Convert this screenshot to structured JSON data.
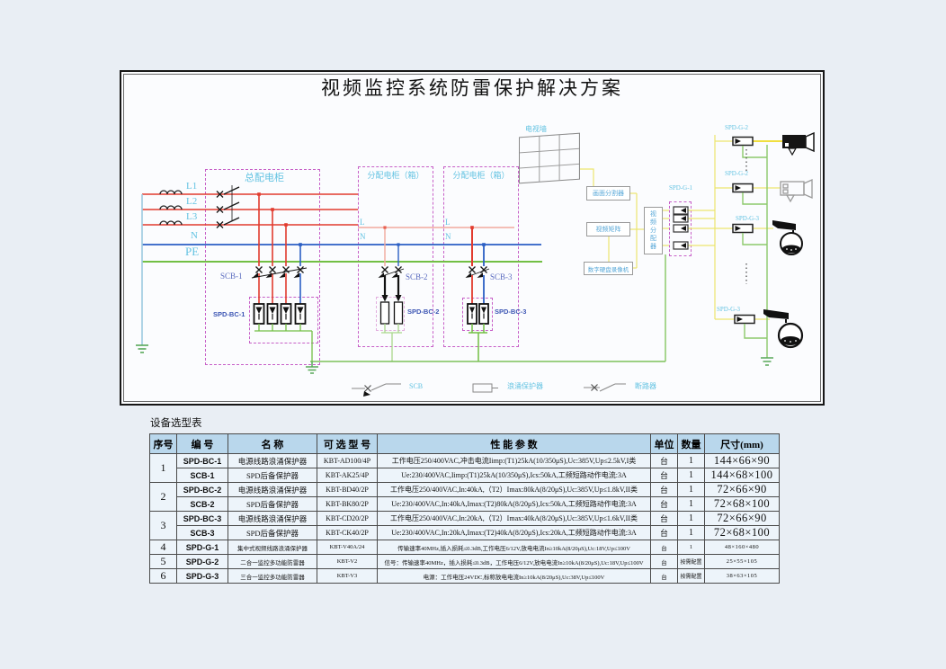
{
  "title": "视频监控系统防雷保护解决方案",
  "diagram": {
    "labels": {
      "l1": "L1",
      "l2": "L2",
      "l3": "L3",
      "n": "N",
      "pe": "PE",
      "main_cabinet": "总配电柜",
      "dist_cabinet_1": "分配电柜（箱）",
      "dist_cabinet_2": "分配电柜（箱）",
      "box1_l": "L",
      "box1_n": "N",
      "box2_l": "L",
      "box2_n": "N",
      "scb1": "SCB-1",
      "scb2": "SCB-2",
      "scb3": "SCB-3",
      "spdbc1": "SPD-BC-1",
      "spdbc2": "SPD-BC-2",
      "spdbc3": "SPD-BC-3",
      "tv_wall": "电视墙",
      "splitter": "画面分割器",
      "matrix": "视频矩阵",
      "dvr": "数字硬盘录像机",
      "distributor": "视频分配器",
      "spdg1": "SPD-G-1",
      "spdg2_top": "SPD-G-2",
      "spdg2_mid": "SPD-G-2",
      "spdg3_mid": "SPD-G-3",
      "spdg3_bottom": "SPD-G-3"
    },
    "legend": [
      {
        "symbol": "scb-symbol",
        "label": "SCB"
      },
      {
        "symbol": "surge-protector-symbol",
        "label": "浪涌保护器"
      },
      {
        "symbol": "circuit-breaker-symbol",
        "label": "断路器"
      }
    ]
  },
  "table": {
    "title": "设备选型表",
    "headers": [
      "序号",
      "编  号",
      "名  称",
      "可 选 型 号",
      "性 能 参 数",
      "单位",
      "数量",
      "尺寸(mm)"
    ],
    "rows": [
      {
        "no": "1",
        "no_span": 2,
        "code": "SPD-BC-1",
        "name": "电源线路浪涌保护器",
        "model": "KBT-AD100/4P",
        "params": "工作电压250/400VAC,冲击电流Iimp:(T1)25kA(10/350μS),Uc:385V,Up≤2.5kV,I类",
        "unit": "台",
        "qty": "1",
        "size": "144×66×90"
      },
      {
        "code": "SCB-1",
        "name": "SPD后备保护器",
        "model": "KBT-AK25/4P",
        "params": "Ue:230/400VAC,Iimp:(T1)25kA(10/350μS),Ics:50kA,工频短路动作电流:3A",
        "unit": "台",
        "qty": "1",
        "size": "144×68×100"
      },
      {
        "no": "2",
        "no_span": 2,
        "code": "SPD-BC-2",
        "name": "电源线路浪涌保护器",
        "model": "KBT-BD40/2P",
        "params": "工作电压250/400VAC,In:40kA,（T2）Imax:80kA(8/20μS),Uc:385V,Up≤1.8kV,II类",
        "unit": "台",
        "qty": "1",
        "size": "72×66×90"
      },
      {
        "code": "SCB-2",
        "name": "SPD后备保护器",
        "model": "KBT-BK80/2P",
        "params": "Ue:230/400VAC,In:40kA,Imax:(T2)80kA(8/20μS),Ics:50kA,工频短路动作电流:3A",
        "unit": "台",
        "qty": "1",
        "size": "72×68×100"
      },
      {
        "no": "3",
        "no_span": 2,
        "code": "SPD-BC-3",
        "name": "电源线路浪涌保护器",
        "model": "KBT-CD20/2P",
        "params": "工作电压250/400VAC,In:20kA,（T2）Imax:40kA(8/20μS),Uc:385V,Up≤1.6kV,II类",
        "unit": "台",
        "qty": "1",
        "size": "72×66×90"
      },
      {
        "code": "SCB-3",
        "name": "SPD后备保护器",
        "model": "KBT-CK40/2P",
        "params": "Ue:230/400VAC,In:20kA,Imax:(T2)40kA(8/20μS),Ics:20kA,工频短路动作电流:3A",
        "unit": "台",
        "qty": "1",
        "size": "72×68×100"
      },
      {
        "no": "4",
        "no_span": 1,
        "code": "SPD-G-1",
        "name": "集中式视频线路浪涌保护器",
        "model": "KBT-V40A/24",
        "params": "传输速率40MHz,插入损耗≤0.3dB,工作电压6/12V,放电电流In≥10kA(8/20μS),Uc:18V,Up≤100V",
        "unit": "台",
        "qty": "1",
        "size": "48×160×480"
      },
      {
        "no": "5",
        "no_span": 1,
        "code": "SPD-G-2",
        "name": "二合一监控多功能防雷器",
        "model": "KBT-V2",
        "params": "信号：传输速率40MHz，插入损耗≤0.3dB，工作电压6/12V,放电电流In≥10kA(8/20μS),Uc:18V,Up≤100V",
        "unit": "台",
        "qty": "按需配置",
        "size": "25×55×105"
      },
      {
        "no": "6",
        "no_span": 1,
        "code": "SPD-G-3",
        "name": "三合一监控多功能防雷器",
        "model": "KBT-V3",
        "params": "电源：工作电压24VDC,标称放电电流In≥10kA(8/20μS),Uc:38V,Up≤100V",
        "unit": "台",
        "qty": "按需配置",
        "size": "38×63×105"
      }
    ]
  },
  "colors": {
    "phase_red": "#e23b2e",
    "neutral_blue": "#2b5fc4",
    "earth_green": "#72bf44",
    "signal_yellow": "#efe87d",
    "label_cyan": "#64c3e2",
    "cabinet_magenta": "#c75fc7",
    "table_header_bg": "#b9d7ec"
  }
}
